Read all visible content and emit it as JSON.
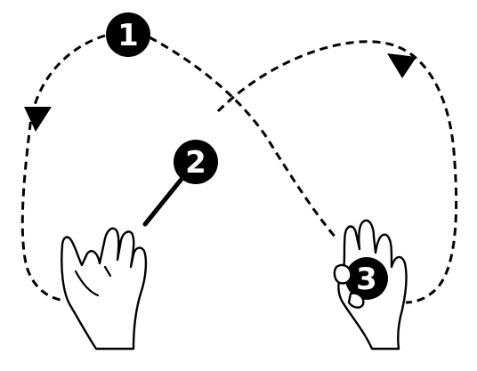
{
  "markers": {
    "step1": "1",
    "step2": "2",
    "step3": "3"
  },
  "colors": {
    "ink": "#000000",
    "background": "#ffffff"
  }
}
